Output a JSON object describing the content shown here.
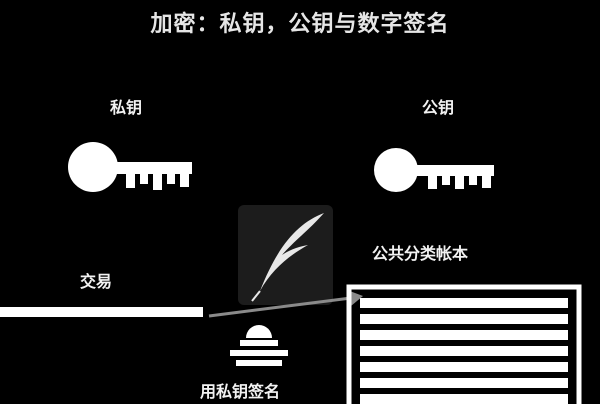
{
  "diagram": {
    "title": "加密：私钥，公钥与数字签名",
    "private_key": {
      "label": "私钥",
      "icon": "key-icon"
    },
    "public_key": {
      "label": "公钥",
      "icon": "key-icon"
    },
    "transaction": {
      "label": "交易"
    },
    "signing": {
      "label": "用私钥签名",
      "icons": [
        "quill-icon",
        "scales-icon"
      ]
    },
    "ledger": {
      "label": "公共分类帐本",
      "icon": "ledger-lines-icon"
    },
    "colors": {
      "background": "#000000",
      "foreground": "#ffffff",
      "arrow": "#8a8a8a",
      "quill_panel": "#1c1c1c"
    }
  }
}
